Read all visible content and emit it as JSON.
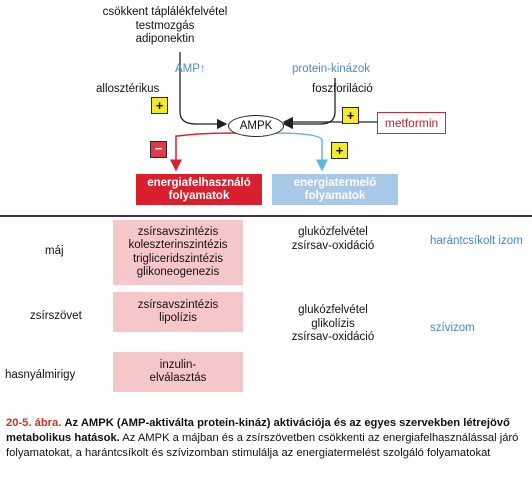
{
  "stimuli": [
    "csökkent táplálékfelvétel",
    "testmozgás",
    "adiponektin"
  ],
  "amp_label": "AMP",
  "up_arrow": "↑",
  "protein_kinase_label": "protein-kinázok",
  "allosteric_label": "allosztérikus",
  "phosphorylation_label": "foszforiláció",
  "plus_sign": "+",
  "minus_sign": "−",
  "ampk_label": "AMPK",
  "metformin_label": "metformin",
  "energy_use_box": [
    "energiafelhasználó",
    "folyamatok"
  ],
  "energy_prod_box": [
    "energiatermelő",
    "folyamatok"
  ],
  "organs": {
    "liver": "máj",
    "adipose": "zsírszövet",
    "pancreas": "hasnyálmirigy"
  },
  "inhibited": {
    "liver": [
      "zsírsavszintézis",
      "koleszterinszintézis",
      "trigliceridszintézis",
      "glikoneogenezis"
    ],
    "adipose": [
      "zsírsavszintézis",
      "lipolízis"
    ],
    "pancreas": [
      "inzulin-",
      "elválasztás"
    ]
  },
  "stimulated": {
    "skeletal_muscle": [
      "glukózfelvétel",
      "zsírsav-oxidáció"
    ],
    "heart": [
      "glukózfelvétel",
      "glikolízis",
      "zsírsav-oxidáció"
    ]
  },
  "tissue_labels": {
    "skeletal_muscle": "harántcsíkolt izom",
    "heart": "szívizom"
  },
  "caption": {
    "number": "20-5. ábra.",
    "bold": "Az AMPK (AMP-aktiválta protein-kináz) aktivációja és az egyes szervekben létrejövő metabolikus hatások.",
    "text": "Az AMPK a májban és a zsírszövetben csökkenti az energiafelhasználással járó folyamatokat, a harántcsíkolt és szívizomban stimulálja az energiatermelést szolgáló folyamatokat"
  },
  "colors": {
    "red": "#d9202f",
    "light_blue": "#a8c8e8",
    "pink": "#f6c7c8",
    "yellow": "#f4ea2a",
    "blue_text": "#3c8ac9",
    "divider": "#4b2a4d"
  }
}
